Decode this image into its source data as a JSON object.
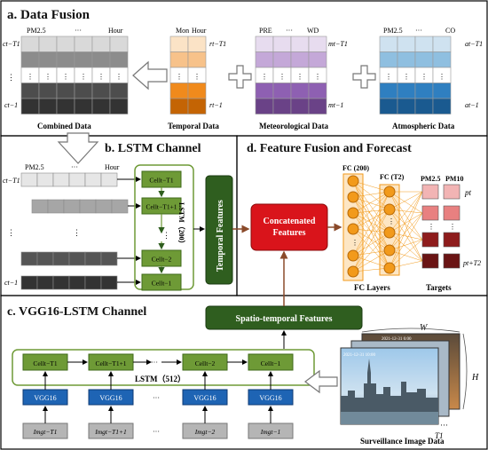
{
  "panels": {
    "a_title": "a. Data Fusion",
    "b_title": "b. LSTM Channel",
    "c_title": "c. VGG16-LSTM Channel",
    "d_title": "d. Feature Fusion and Forecast"
  },
  "fusion": {
    "combined_label": "Combined Data",
    "temporal_label": "Temporal Data",
    "meteorological_label": "Meteorological Data",
    "atmospheric_label": "Atmospheric Data",
    "combined_header_left": "PM2.5",
    "combined_header_dots": "···",
    "combined_header_right": "Hour",
    "temporal_header_left": "Mon",
    "temporal_header_right": "Hour",
    "meteo_header_left": "PRE",
    "meteo_header_dots": "···",
    "meteo_header_right": "WD",
    "atmo_header_left": "PM2.5",
    "atmo_header_dots": "···",
    "atmo_header_right": "CO",
    "row_top": "ct−T1",
    "row_bottom": "ct−1",
    "temporal_row_top": "rt−T1",
    "temporal_row_bottom": "rt−1",
    "meteo_row_top": "mt−T1",
    "meteo_row_bottom": "mt−1",
    "atmo_row_top": "at−T1",
    "atmo_row_bottom": "at−1",
    "dots": "⋮"
  },
  "lstm": {
    "header_left": "PM2.5",
    "header_dots": "···",
    "header_right": "Hour",
    "row_top": "ct−T1",
    "row_bottom": "ct−1",
    "cells": [
      "Cellt−T1",
      "Cellt−T1+1",
      "Cellt−2",
      "Cellt−1"
    ],
    "vertical_label": "LSTM（200）",
    "temporal_features": "Temporal Features"
  },
  "fusion_forecast": {
    "concat": "Concatenated Features",
    "fc1": "FC (200)",
    "fc2": "FC (T2)",
    "pm25": "PM2.5",
    "pm10": "PM10",
    "p_top": "pt",
    "p_bottom": "pt+T2",
    "fc_layers": "FC Layers",
    "targets": "Targets"
  },
  "vgg": {
    "spatio_temporal": "Spatio-temporal Features",
    "cells": [
      "Cellt−T1",
      "Cellt−T1+1",
      "Cellt−2",
      "Cellt−1"
    ],
    "lstm_label": "LSTM（512）",
    "vgg_label": "VGG16",
    "imgs": [
      "Imgt−T1",
      "Imgt−T1+1",
      "Imgt−2",
      "Imgt−1"
    ],
    "ellipsis": "···",
    "surveillance": "Surveillance Image Data",
    "W": "W",
    "H": "H",
    "T1": "T1",
    "ts_front": "2021-12-31 10:00",
    "ts_back": "2021-12-31 6:00"
  },
  "colors": {
    "green_cell": "#6e9a36",
    "dark_green": "#2f5e1f",
    "red_concat": "#d9141b",
    "orange_node": "#f29a1b",
    "blue_vgg": "#1e64b4",
    "target_light": "#f2b4b4",
    "target_dark": "#7a1a1a"
  }
}
